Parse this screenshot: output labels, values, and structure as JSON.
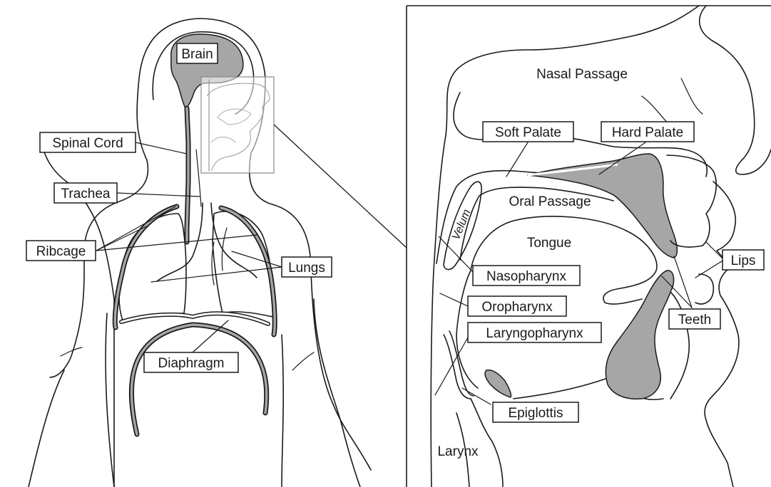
{
  "body_labels": {
    "brain": "Brain",
    "spinal_cord": "Spinal Cord",
    "trachea": "Trachea",
    "ribcage": "Ribcage",
    "lungs": "Lungs",
    "diaphragm": "Diaphragm"
  },
  "vocal_tract_labels": {
    "nasal_passage": "Nasal Passage",
    "soft_palate": "Soft Palate",
    "hard_palate": "Hard Palate",
    "velum": "Velum",
    "oral_passage": "Oral Passage",
    "tongue": "Tongue",
    "nasopharynx": "Nasopharynx",
    "oropharynx": "Oropharynx",
    "laryngopharynx": "Laryngopharynx",
    "lips": "Lips",
    "teeth": "Teeth",
    "epiglottis": "Epiglottis",
    "larynx": "Larynx"
  }
}
